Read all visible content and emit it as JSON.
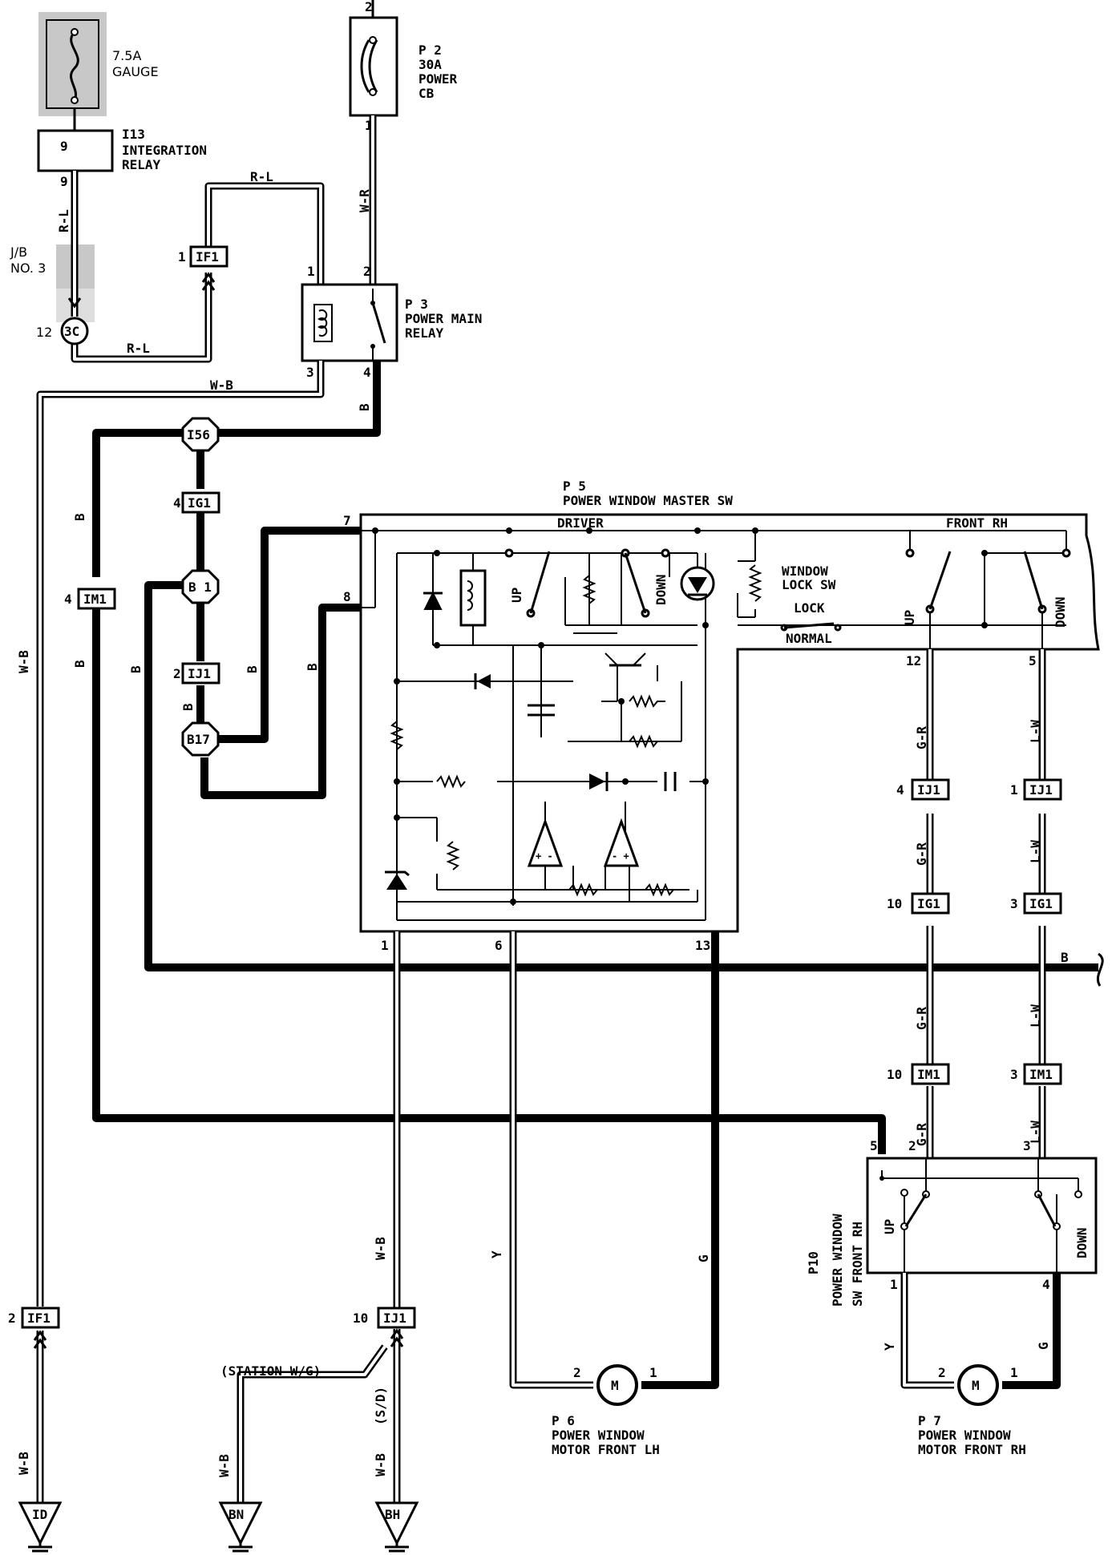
{
  "fuse_gauge": {
    "rating": "7.5A",
    "name": "GAUGE"
  },
  "integration_relay": {
    "code": "I13",
    "line1": "INTEGRATION",
    "line2": "RELAY",
    "pin_top": "9",
    "pin_bottom": "9"
  },
  "junction_block": {
    "line1": "J/B",
    "line2": "NO. 3",
    "connector": "3C",
    "pin": "12"
  },
  "circuit_breaker": {
    "code": "P 2",
    "line1": "30A",
    "line2": "POWER",
    "line3": "CB",
    "pin_top": "2",
    "pin_bottom": "1"
  },
  "main_relay": {
    "code": "P 3",
    "line1": "POWER MAIN",
    "line2": "RELAY",
    "pin1": "1",
    "pin2": "2",
    "pin3": "3",
    "pin4": "4"
  },
  "master_switch": {
    "code": "P 5",
    "name": "POWER WINDOW MASTER SW",
    "driver": "DRIVER",
    "front_rh": "FRONT RH",
    "up": "UP",
    "down": "DOWN",
    "lock_sw_line1": "WINDOW",
    "lock_sw_line2": "LOCK SW",
    "lock": "LOCK",
    "normal": "NORMAL",
    "pin7": "7",
    "pin8": "8",
    "pin1": "1",
    "pin6": "6",
    "pin13": "13",
    "pin12": "12",
    "pin5": "5"
  },
  "rh_switch": {
    "code": "P10",
    "line1": "POWER WINDOW",
    "line2": "SW FRONT RH",
    "up": "UP",
    "down": "DOWN",
    "pin5": "5",
    "pin2": "2",
    "pin3": "3",
    "pin1": "1",
    "pin4": "4"
  },
  "motor_lh": {
    "code": "P 6",
    "line1": "POWER WINDOW",
    "line2": "MOTOR FRONT LH",
    "symbol": "M",
    "pin2": "2",
    "pin1": "1"
  },
  "motor_rh": {
    "code": "P 7",
    "line1": "POWER WINDOW",
    "line2": "MOTOR FRONT RH",
    "symbol": "M",
    "pin2": "2",
    "pin1": "1"
  },
  "connectors": {
    "if1_top": {
      "name": "IF1",
      "pin": "1"
    },
    "if1_bottom": {
      "name": "IF1",
      "pin": "2"
    },
    "ig1_left": {
      "name": "IG1",
      "pin": "4"
    },
    "ij1_left": {
      "name": "IJ1",
      "pin": "2"
    },
    "im1_left": {
      "name": "IM1",
      "pin": "4"
    },
    "ij1_bottom": {
      "name": "IJ1",
      "pin": "10"
    },
    "ij1_r1": {
      "name": "IJ1",
      "pin": "4"
    },
    "ij1_r2": {
      "name": "IJ1",
      "pin": "1"
    },
    "ig1_r1": {
      "name": "IG1",
      "pin": "10"
    },
    "ig1_r2": {
      "name": "IG1",
      "pin": "3"
    },
    "im1_r1": {
      "name": "IM1",
      "pin": "10"
    },
    "im1_r2": {
      "name": "IM1",
      "pin": "3"
    }
  },
  "junctions": {
    "i56": "I56",
    "b1": "B 1",
    "b17": "B17"
  },
  "grounds": {
    "id": "ID",
    "bn": "BN",
    "bh": "BH"
  },
  "wire_colors": {
    "rl": "R-L",
    "wr": "W-R",
    "wb": "W-B",
    "b": "B",
    "gr": "G-R",
    "lw": "L-W",
    "y": "Y",
    "g": "G"
  },
  "variants": {
    "station": "(STATION W/G)",
    "sd": "(S/D)"
  }
}
